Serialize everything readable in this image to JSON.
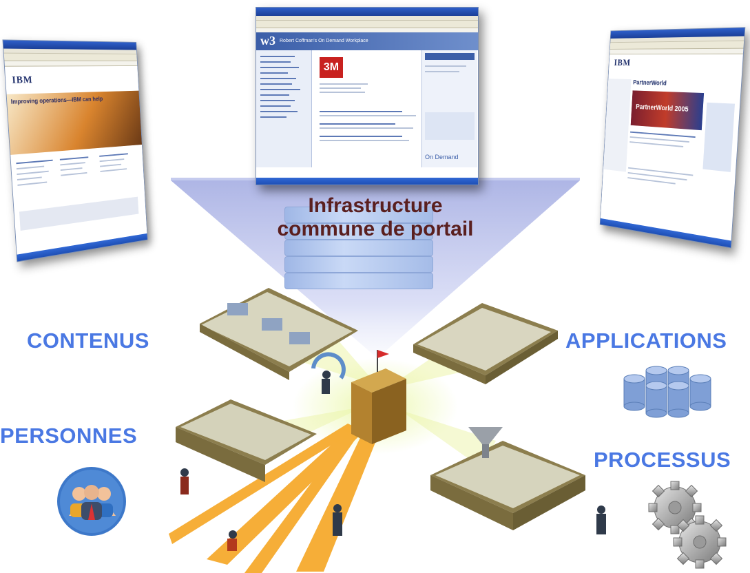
{
  "title": {
    "line1": "Infrastructure",
    "line2": "commune de portail"
  },
  "categories": {
    "contenus": "CONTENUS",
    "applications": "APPLICATIONS",
    "personnes": "PERSONNES",
    "processus": "PROCESSUS"
  },
  "screens": {
    "left": {
      "brand": "IBM",
      "headline": "Improving operations—IBM can help"
    },
    "center": {
      "brand": "w3",
      "headline": "Robert Coffman's On Demand Workplace",
      "feature": "3M",
      "footer": "On Demand"
    },
    "right": {
      "brand": "IBM",
      "headline": "PartnerWorld",
      "badge": "PartnerWorld 2005"
    }
  },
  "colors": {
    "title": "#5a1f1f",
    "category": "#4a78e3",
    "cone": "#b7bde8",
    "server": "#a9c0ec",
    "road": "#f5a623"
  },
  "icons": {
    "people": "people-group-icon",
    "database": "database-cluster-icon",
    "gears": "gears-icon",
    "building": "headquarters-building-icon"
  }
}
